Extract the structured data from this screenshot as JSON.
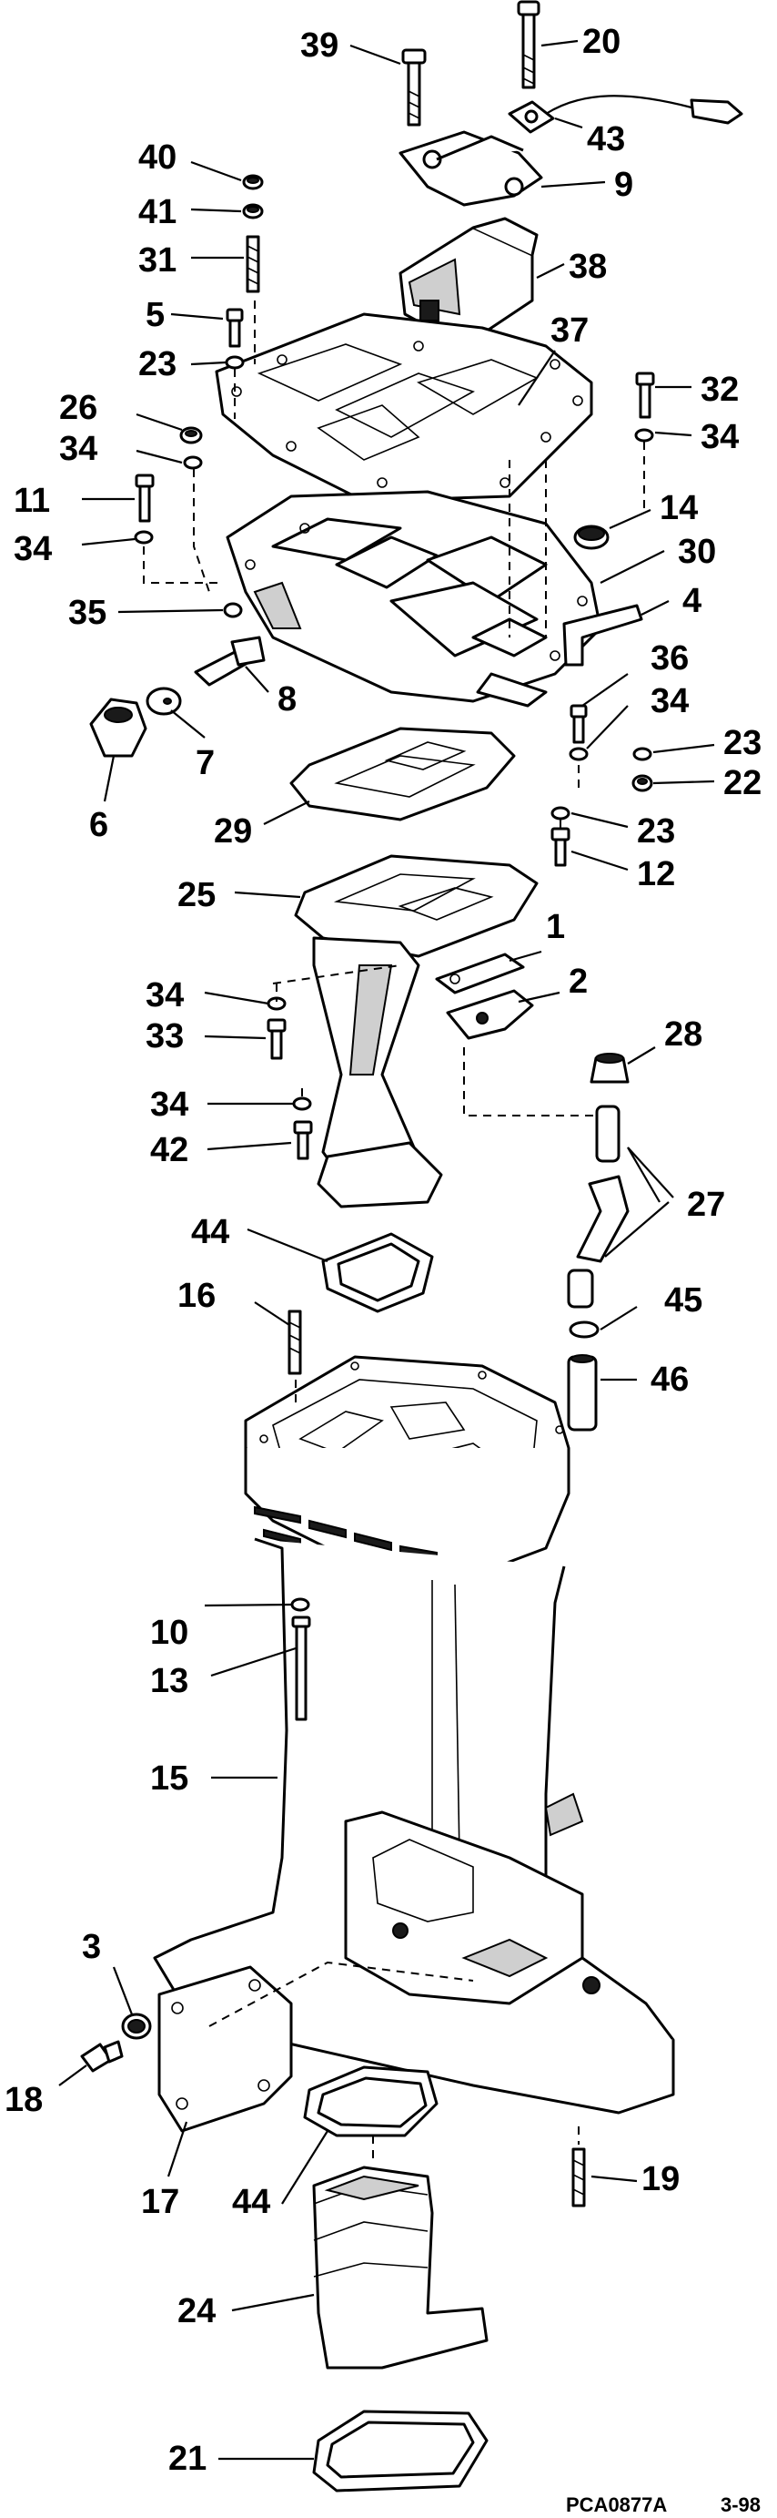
{
  "callouts": {
    "c1": "1",
    "c2": "2",
    "c3": "3",
    "c4": "4",
    "c5": "5",
    "c6": "6",
    "c7": "7",
    "c8": "8",
    "c9": "9",
    "c10": "10",
    "c11": "11",
    "c12": "12",
    "c13": "13",
    "c14": "14",
    "c15": "15",
    "c16": "16",
    "c17": "17",
    "c18": "18",
    "c19": "19",
    "c20": "20",
    "c21": "21",
    "c22": "22",
    "c23a": "23",
    "c23b": "23",
    "c23c": "23",
    "c24": "24",
    "c25": "25",
    "c26": "26",
    "c27": "27",
    "c28": "28",
    "c29": "29",
    "c30": "30",
    "c31": "31",
    "c32": "32",
    "c33": "33",
    "c34a": "34",
    "c34b": "34",
    "c34c": "34",
    "c34d": "34",
    "c34e": "34",
    "c34f": "34",
    "c35": "35",
    "c36": "36",
    "c37": "37",
    "c38": "38",
    "c39": "39",
    "c40": "40",
    "c41": "41",
    "c42": "42",
    "c43": "43",
    "c44a": "44",
    "c44b": "44",
    "c45": "45",
    "c46": "46"
  },
  "footer": {
    "code": "PCA0877A",
    "date": "3-98"
  }
}
